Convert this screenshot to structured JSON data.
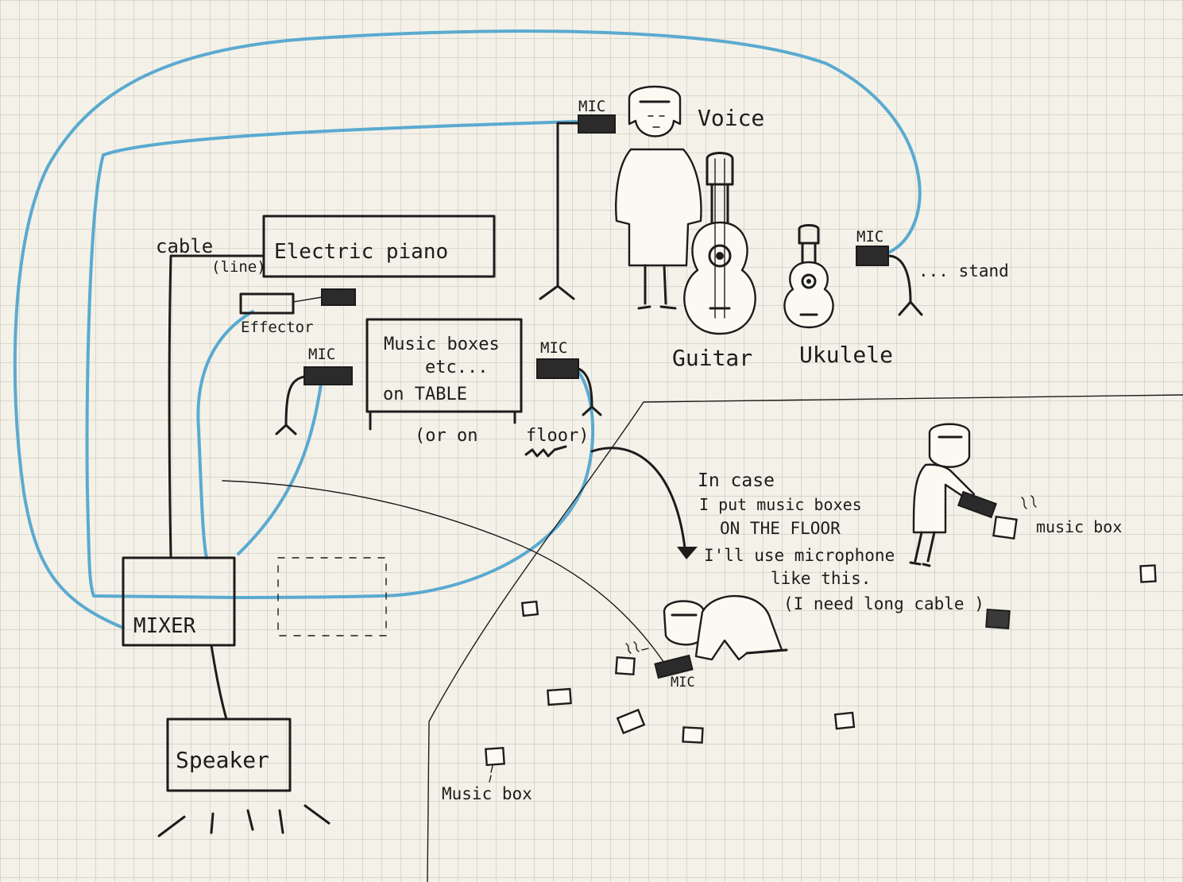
{
  "labels": {
    "cable": "cable",
    "line": "(line)",
    "electric_piano": "Electric piano",
    "effector": "Effector",
    "mic": "MIC",
    "voice": "Voice",
    "guitar": "Guitar",
    "ukulele": "Ukulele",
    "stand": "... stand",
    "music_boxes_1": "Music boxes",
    "music_boxes_2": "etc...",
    "music_boxes_3": "on TABLE",
    "or_on_floor_1": "(or on",
    "or_on_floor_2": "floor)",
    "in_case_1": "In case",
    "in_case_2": "I put music boxes",
    "in_case_3": "ON THE FLOOR",
    "in_case_4": "I'll use microphone",
    "in_case_5": "like this.",
    "in_case_6": "(I need long cable )",
    "mixer": "MIXER",
    "speaker": "Speaker",
    "music_box": "music box",
    "music_box_caption": "Music box"
  },
  "colors": {
    "ink": "#1c1c1c",
    "cable_blue": "#5aaad0",
    "paper": "#f4f1e8"
  }
}
